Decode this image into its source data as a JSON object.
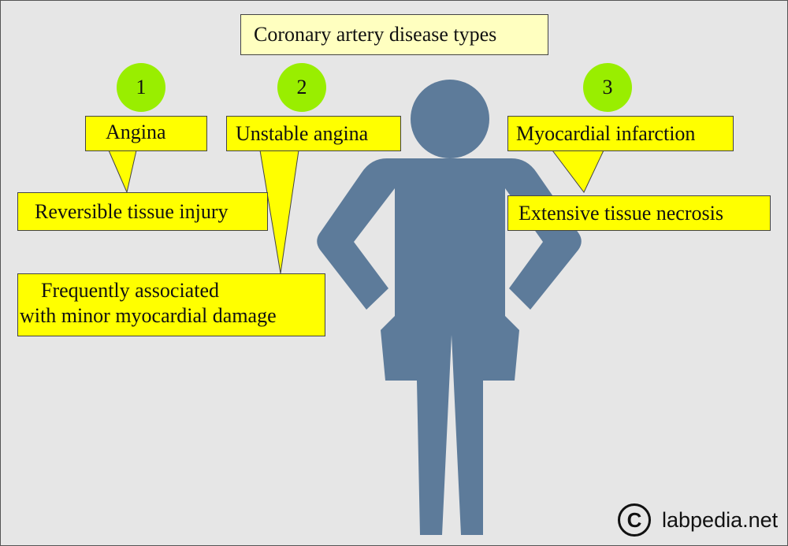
{
  "title": "Coronary artery disease types",
  "types": [
    {
      "number": "1",
      "name": "Angina",
      "description_lines": [
        "Reversible tissue injury"
      ]
    },
    {
      "number": "2",
      "name": "Unstable angina",
      "description_lines": [
        "Frequently associated",
        "with minor myocardial damage"
      ]
    },
    {
      "number": "3",
      "name": "Myocardial infarction",
      "description_lines": [
        "Extensive tissue necrosis"
      ]
    }
  ],
  "watermark": {
    "symbol": "C",
    "text": "labpedia.net"
  },
  "colors": {
    "background": "#e6e6e6",
    "callout_yellow": "#ffff00",
    "title_fill": "#ffffc0",
    "number_circle": "#99ee00",
    "figure": "#5d7b9a"
  },
  "figure_icon": "person-standing-icon"
}
